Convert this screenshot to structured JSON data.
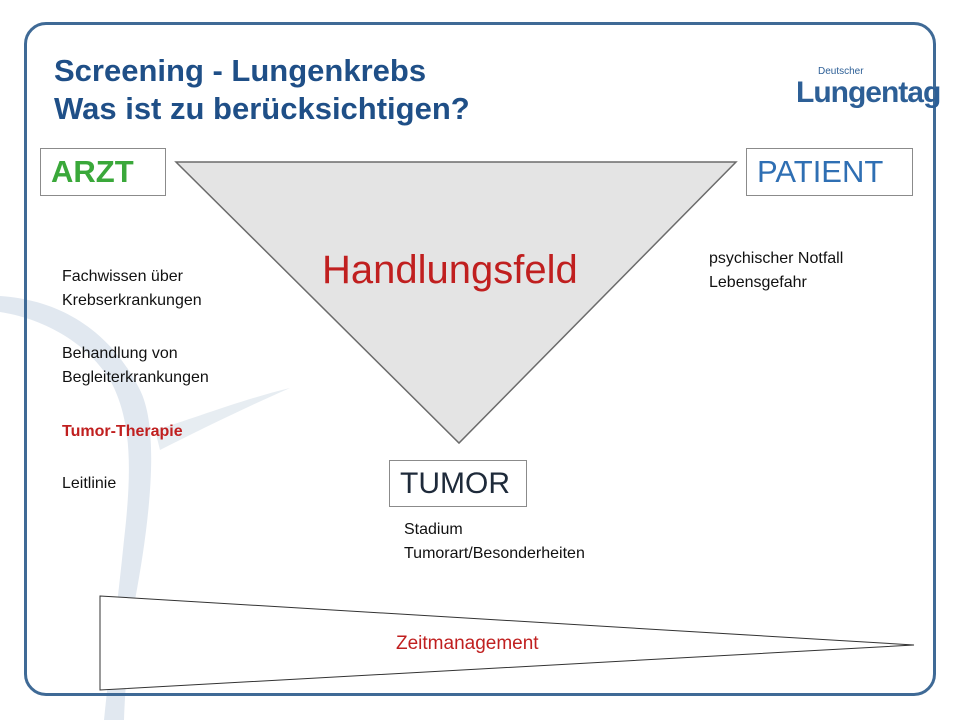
{
  "title": {
    "line1": "Screening - Lungenkrebs",
    "line2": "Was ist zu berücksichtigen?"
  },
  "logo": {
    "small": "Deutscher",
    "big": "Lungentag"
  },
  "boxes": {
    "arzt": "ARZT",
    "patient": "PATIENT",
    "tumor": "TUMOR"
  },
  "center_label": "Handlungsfeld",
  "arzt_notes": {
    "fachwissen_1": "Fachwissen über",
    "fachwissen_2": "Krebserkrankungen",
    "behandlung_1": "Behandlung von",
    "behandlung_2": "Begleiterkrankungen",
    "therapie": "Tumor-Therapie",
    "leitlinie": "Leitlinie"
  },
  "patient_notes": {
    "line1": "psychischer Notfall",
    "line2": "Lebensgefahr"
  },
  "tumor_notes": {
    "line1": "Stadium",
    "line2": "Tumorart/Besonderheiten"
  },
  "time_label": "Zeitmanagement",
  "colors": {
    "frame": "#3f6a96",
    "title": "#1f4f87",
    "arzt": "#3aa83a",
    "patient": "#2f6fb3",
    "highlight": "#c01f1f",
    "triangle_fill": "#e4e4e4"
  }
}
